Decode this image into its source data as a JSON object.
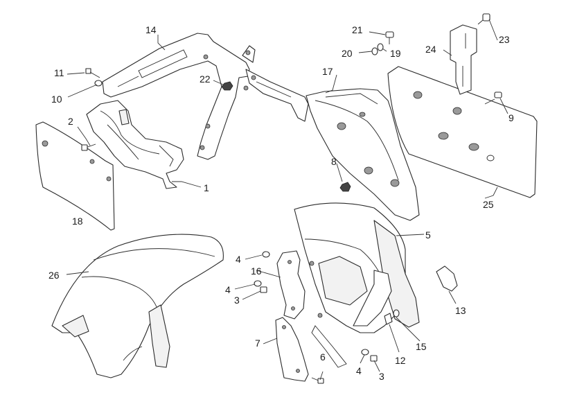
{
  "diagram": {
    "callouts": [
      {
        "id": "c1",
        "label": "1"
      },
      {
        "id": "c2",
        "label": "2"
      },
      {
        "id": "c3a",
        "label": "3"
      },
      {
        "id": "c3b",
        "label": "3"
      },
      {
        "id": "c4a",
        "label": "4"
      },
      {
        "id": "c4b",
        "label": "4"
      },
      {
        "id": "c4c",
        "label": "4"
      },
      {
        "id": "c5",
        "label": "5"
      },
      {
        "id": "c6",
        "label": "6"
      },
      {
        "id": "c7",
        "label": "7"
      },
      {
        "id": "c8",
        "label": "8"
      },
      {
        "id": "c9",
        "label": "9"
      },
      {
        "id": "c10",
        "label": "10"
      },
      {
        "id": "c11",
        "label": "11"
      },
      {
        "id": "c12",
        "label": "12"
      },
      {
        "id": "c13",
        "label": "13"
      },
      {
        "id": "c14",
        "label": "14"
      },
      {
        "id": "c15",
        "label": "15"
      },
      {
        "id": "c16",
        "label": "16"
      },
      {
        "id": "c17",
        "label": "17"
      },
      {
        "id": "c18",
        "label": "18"
      },
      {
        "id": "c19",
        "label": "19"
      },
      {
        "id": "c20",
        "label": "20"
      },
      {
        "id": "c21",
        "label": "21"
      },
      {
        "id": "c22",
        "label": "22"
      },
      {
        "id": "c23",
        "label": "23"
      },
      {
        "id": "c24",
        "label": "24"
      },
      {
        "id": "c25",
        "label": "25"
      },
      {
        "id": "c26",
        "label": "26"
      }
    ]
  }
}
